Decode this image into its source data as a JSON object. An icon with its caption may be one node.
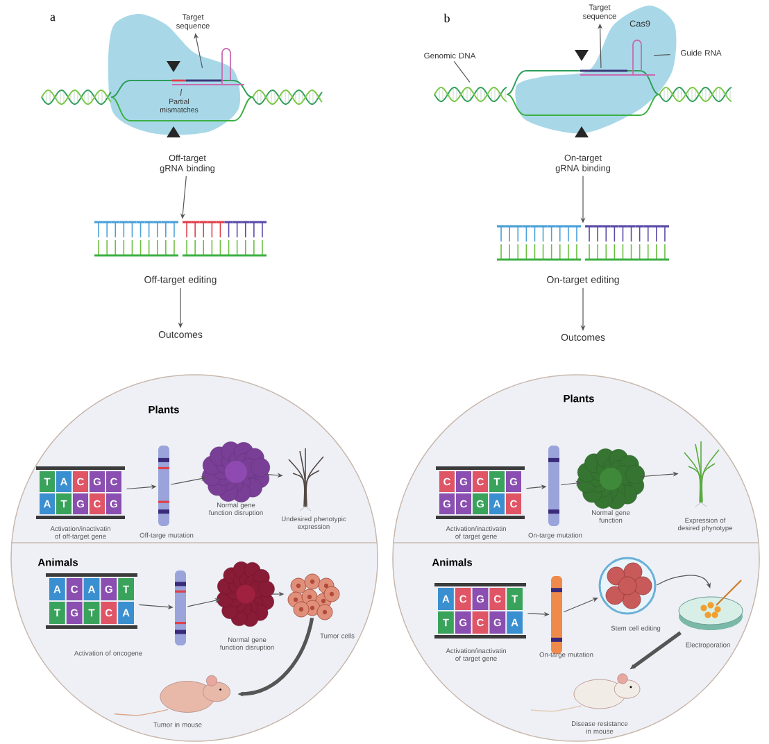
{
  "diagram": {
    "nodes": [
      {
        "text": [
          "Target sequence"
        ]
      },
      {
        "text": [
          "Partial mismatches"
        ]
      },
      {
        "text": [
          "Off-target gRNA binding"
        ]
      },
      {
        "text": [],
        "shape": "picture"
      },
      {
        "text": [
          "Off-target editing"
        ]
      },
      {
        "text": [
          "Outcomes"
        ]
      },
      {
        "text": [
          "Genomic DNA"
        ]
      },
      {
        "text": [
          "Target sequence"
        ]
      },
      {
        "text": [
          "Cas9"
        ]
      },
      {
        "text": [
          "Guide RNA"
        ]
      },
      {
        "text": [
          "On-target gRNA binding"
        ]
      },
      {
        "text": [],
        "shape": "picture"
      },
      {
        "text": [
          "On-target editing"
        ]
      },
      {
        "text": [
          "Outcomes"
        ]
      },
      {
        "text": [],
        "shape": "circle"
      },
      {
        "text": [
          "Plants"
        ],
        "in": 14
      },
      {
        "text": [
          "Animals"
        ],
        "in": 14
      },
      {
        "text": [],
        "shape": "picture",
        "in": 15,
        "beside": [
          "Activation/inactivatin of off-target gene"
        ]
      },
      {
        "text": [],
        "shape": "picture",
        "in": 15,
        "beside": [
          "Off-targe mutation"
        ]
      },
      {
        "text": [],
        "shape": "picture",
        "in": 15,
        "beside": [
          "Normal gene function disruption"
        ]
      },
      {
        "text": [],
        "shape": "picture",
        "in": 15,
        "beside": [
          "Undesired phenotypic expression"
        ]
      },
      {
        "text": [],
        "shape": "picture",
        "in": 16,
        "beside": [
          "Activation of oncogene"
        ]
      },
      {
        "text": [],
        "shape": "picture",
        "in": 16
      },
      {
        "text": [],
        "shape": "picture",
        "in": 16,
        "beside": [
          "Normal gene function disruption"
        ]
      },
      {
        "text": [],
        "shape": "picture",
        "in": 16,
        "beside": [
          "Tumor cells"
        ]
      },
      {
        "text": [],
        "shape": "picture",
        "in": 16,
        "beside": [
          "Tumor in mouse"
        ]
      },
      {
        "text": [],
        "shape": "circle"
      },
      {
        "text": [
          "Plants"
        ],
        "in": 26
      },
      {
        "text": [
          "Animals"
        ],
        "in": 26
      },
      {
        "text": [],
        "shape": "picture",
        "in": 27,
        "beside": [
          "Activation/inactivatin of target gene"
        ]
      },
      {
        "text": [],
        "shape": "picture",
        "in": 27,
        "beside": [
          "On-targe mutation"
        ]
      },
      {
        "text": [],
        "shape": "picture",
        "in": 27,
        "beside": [
          "Normal gene function"
        ]
      },
      {
        "text": [],
        "shape": "picture",
        "in": 27,
        "beside": [
          "Expression of desired phynotype"
        ]
      },
      {
        "text": [],
        "shape": "picture",
        "in": 28,
        "beside": [
          "Activation/inactivatin of target gene"
        ]
      },
      {
        "text": [],
        "shape": "picture",
        "in": 28,
        "beside": [
          "On-targe mutation"
        ]
      },
      {
        "text": [],
        "shape": "picture",
        "in": 28,
        "beside": [
          "Stem cell editing"
        ]
      },
      {
        "text": [],
        "shape": "picture",
        "in": 28,
        "beside": [
          "Electroporation"
        ]
      },
      {
        "text": [],
        "shape": "picture",
        "in": 28,
        "beside": [
          "Disease resistance in mouse"
        ]
      }
    ],
    "edges": [
      {
        "from": null,
        "to": 0,
        "arrow": "to"
      },
      {
        "from": 1,
        "to": null,
        "arrow": "none"
      },
      {
        "from": 2,
        "to": 3,
        "arrow": "to"
      },
      {
        "from": 4,
        "to": 5,
        "arrow": "to"
      },
      {
        "from": 6,
        "to": null,
        "arrow": "none"
      },
      {
        "from": null,
        "to": 7,
        "arrow": "to"
      },
      {
        "from": 9,
        "to": null,
        "arrow": "none"
      },
      {
        "from": 10,
        "to": 11,
        "arrow": "to"
      },
      {
        "from": 12,
        "to": 13,
        "arrow": "to"
      },
      {
        "from": 17,
        "to": 18,
        "arrow": "to"
      },
      {
        "from": 18,
        "to": 19,
        "arrow": "to"
      },
      {
        "from": 19,
        "to": 20,
        "arrow": "to"
      },
      {
        "from": 21,
        "to": 22,
        "arrow": "to"
      },
      {
        "from": 22,
        "to": 23,
        "arrow": "to"
      },
      {
        "from": 23,
        "to": 24,
        "arrow": "to"
      },
      {
        "from": 24,
        "to": 25,
        "arrow": "to",
        "style": "thick"
      },
      {
        "from": 29,
        "to": 30,
        "arrow": "to"
      },
      {
        "from": 30,
        "to": 31,
        "arrow": "to"
      },
      {
        "from": 31,
        "to": 32,
        "arrow": "to"
      },
      {
        "from": 33,
        "to": 34,
        "arrow": "to"
      },
      {
        "from": 34,
        "to": 35,
        "arrow": "to"
      },
      {
        "from": 35,
        "to": 36,
        "arrow": "to"
      },
      {
        "from": 36,
        "to": 37,
        "arrow": "to",
        "style": "thick"
      }
    ],
    "labels": [
      "a",
      "b",
      "T",
      "A",
      "C",
      "G",
      "C",
      "A",
      "T",
      "G",
      "C",
      "G",
      "A",
      "C",
      "A",
      "G",
      "T",
      "T",
      "G",
      "T",
      "C",
      "A",
      "C",
      "G",
      "C",
      "T",
      "G",
      "G",
      "C",
      "G",
      "A",
      "C",
      "A",
      "C",
      "G",
      "C",
      "T",
      "T",
      "G",
      "C",
      "G",
      "A"
    ]
  }
}
